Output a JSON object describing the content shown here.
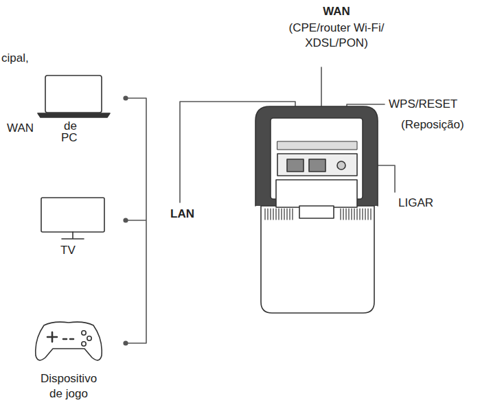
{
  "diagram": {
    "labels": [
      "cipal,",
      "WAN",
      "de",
      "PC",
      "TV",
      "Dispositivo de jogo",
      "LAN",
      "WAN",
      "(CPE/router Wi-Fi/ XDSL/PON)",
      "WPS/RESET",
      "(Reposição)",
      "LIGAR"
    ]
  }
}
